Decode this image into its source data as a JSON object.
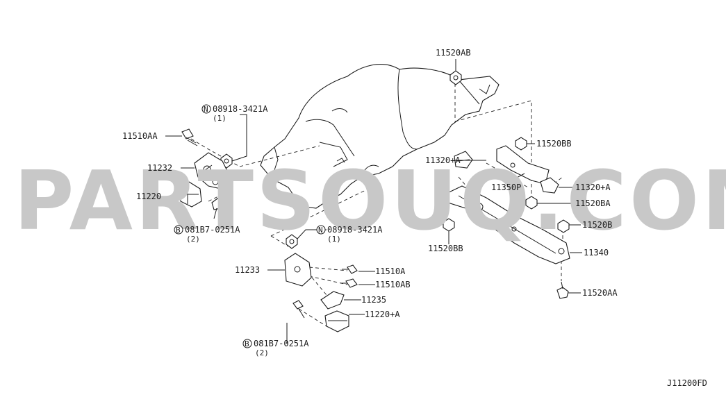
{
  "watermark": "PARTSOUQ.COM",
  "diagram_code": "J11200FD",
  "labels": {
    "p11520AB": "11520AB",
    "pN1_code": "08918-3421A",
    "pN1_qty": "(1)",
    "p11510AA": "11510AA",
    "p11232": "11232",
    "p11220": "11220",
    "pB1_code": "081B7-0251A",
    "pB1_qty": "(2)",
    "pN2_code": "08918-3421A",
    "pN2_qty": "(1)",
    "p11233": "11233",
    "p11510A": "11510A",
    "p11510AB": "11510AB",
    "p11235": "11235",
    "p11220A": "11220+A",
    "pB2_code": "081B7-0251A",
    "pB2_qty": "(2)",
    "p11320A_left": "11320+A",
    "p11520BB_top": "11520BB",
    "p11350P": "11350P",
    "p11320A_right": "11320+A",
    "p11520BA": "11520BA",
    "p11520B": "11520B",
    "p11520BB_bottom": "11520BB",
    "p11340": "11340",
    "p11520AA": "11520AA"
  },
  "markers": {
    "n": "N",
    "b": "B"
  }
}
